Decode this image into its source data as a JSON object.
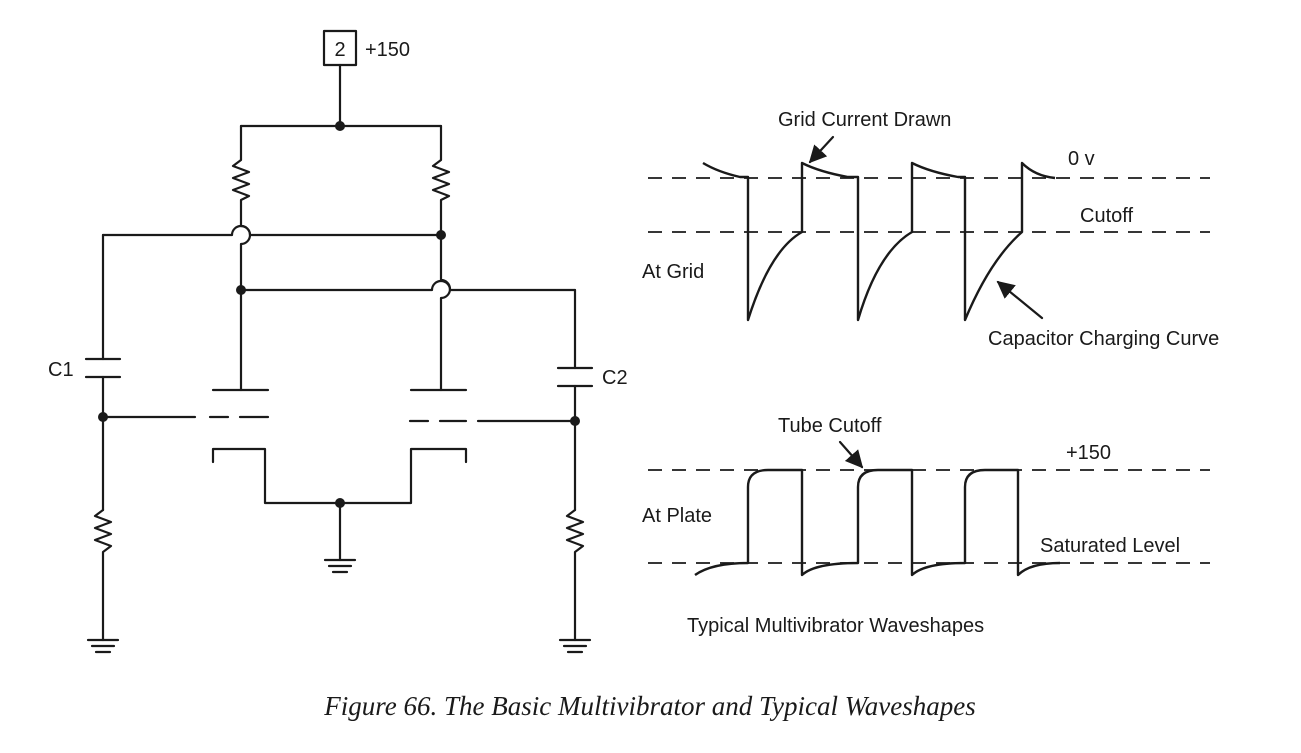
{
  "schematic": {
    "supply_box": "2",
    "supply_label": "+150",
    "c1_label": "C1",
    "c2_label": "C2"
  },
  "grid_waveform": {
    "title": "At Grid",
    "annotation_top": "Grid Current Drawn",
    "level_high": "0 v",
    "level_low": "Cutoff",
    "annotation_bottom": "Capacitor Charging Curve"
  },
  "plate_waveform": {
    "title": "At Plate",
    "annotation_top": "Tube Cutoff",
    "level_high": "+150",
    "level_low": "Saturated Level"
  },
  "waveshapes_caption": "Typical Multivibrator Waveshapes",
  "figure_caption": "Figure 66.  The Basic Multivibrator and Typical Waveshapes"
}
